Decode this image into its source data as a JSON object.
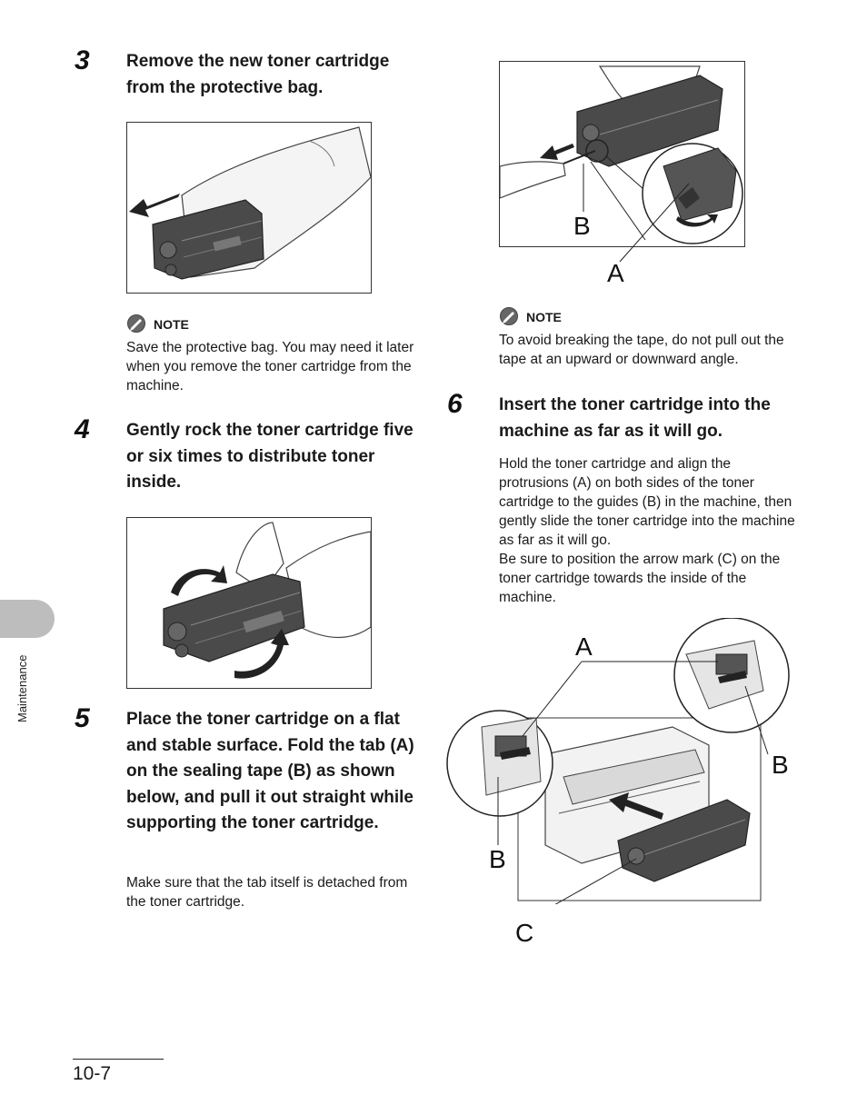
{
  "side_tab": {
    "label": "Maintenance"
  },
  "footer": {
    "page_number": "10-7"
  },
  "note_label": "NOTE",
  "steps": [
    {
      "number": "3",
      "title": "Remove the new toner cartridge from the protective bag."
    },
    {
      "number": "4",
      "title": "Gently rock the toner cartridge five or six times to distribute toner inside."
    },
    {
      "number": "5",
      "title": "Place the toner cartridge on a flat and stable surface. Fold the tab (A) on the sealing tape (B) as shown below, and pull it out straight while supporting the toner cartridge.",
      "body": "Make sure that the tab itself is detached from the toner cartridge."
    },
    {
      "number": "6",
      "title": "Insert the toner cartridge into the machine as far as it will go.",
      "body1": "Hold the toner cartridge and align the protrusions (A) on both sides of the toner cartridge to the guides (B) in the machine, then gently slide the toner cartridge into the machine as far as it will go.",
      "body2": "Be sure to position the arrow mark (C) on the toner cartridge towards the inside of the machine."
    }
  ],
  "notes": {
    "bag": "Save the protective bag. You may need it later when you remove the toner cartridge from the machine.",
    "tape": "To avoid breaking the tape, do not pull out the tape at an upward or downward angle."
  },
  "callouts": {
    "tape_fig": {
      "b": "B",
      "a": "A"
    },
    "insert_fig": {
      "a": "A",
      "b_right": "B",
      "b_left": "B",
      "c": "C"
    }
  }
}
